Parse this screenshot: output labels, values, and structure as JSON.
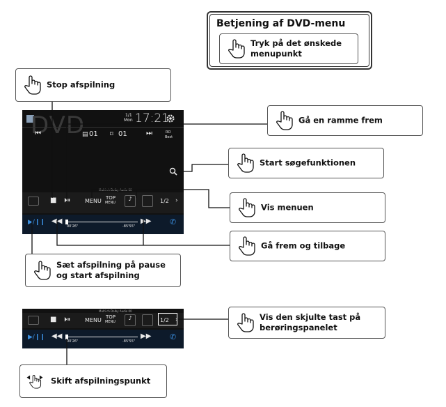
{
  "dvd_menu_box": {
    "title": "Betjening af DVD-menu",
    "instruction": "Tryk på det ønskede menupunkt"
  },
  "callouts": {
    "stop": "Stop afspilning",
    "frame_advance": "Gå en ramme frem",
    "search": "Start søgefunktionen",
    "menu": "Vis menuen",
    "seek": "Gå frem og tilbage",
    "play_pause": "Sæt afspilning på pause og start afspilning",
    "hidden_keys": "Vis den skjulte tast på berøringspanelet",
    "change_point": "Skift afspilningspunkt"
  },
  "screen1": {
    "source": "DVD",
    "date_day": "1/1",
    "date_weekday": "Mon",
    "clock": "17:21",
    "chapter": "01",
    "title_no": "01",
    "menu_label": "MENU",
    "top_label": "TOP",
    "top_sub": "MENU",
    "page": "1/2",
    "time_elapsed": "00'26\"",
    "time_remaining": "-85'55\"",
    "audio_info": "Multi ch   Dolby Audio 00",
    "side_info": "RO",
    "side_sub": "Best"
  },
  "screen2": {
    "menu_label": "MENU",
    "top_label": "TOP",
    "top_sub": "MENU",
    "page": "1/2",
    "time_elapsed": "00'26\"",
    "time_remaining": "-85'55\"",
    "audio_info": "Multi ch   Dolby Audio 00"
  },
  "icons": [
    "pointing-hand-icon",
    "drag-hand-icon",
    "gear-icon",
    "search-icon",
    "phone-icon",
    "play-pause-icon",
    "stop-icon",
    "frame-advance-icon",
    "prev-icon",
    "next-icon",
    "rewind-icon",
    "fast-forward-icon",
    "chevron-right-icon"
  ],
  "colors": {
    "screen_bg": "#111111",
    "accent": "#3b8fe0",
    "callout_border": "#555555"
  }
}
